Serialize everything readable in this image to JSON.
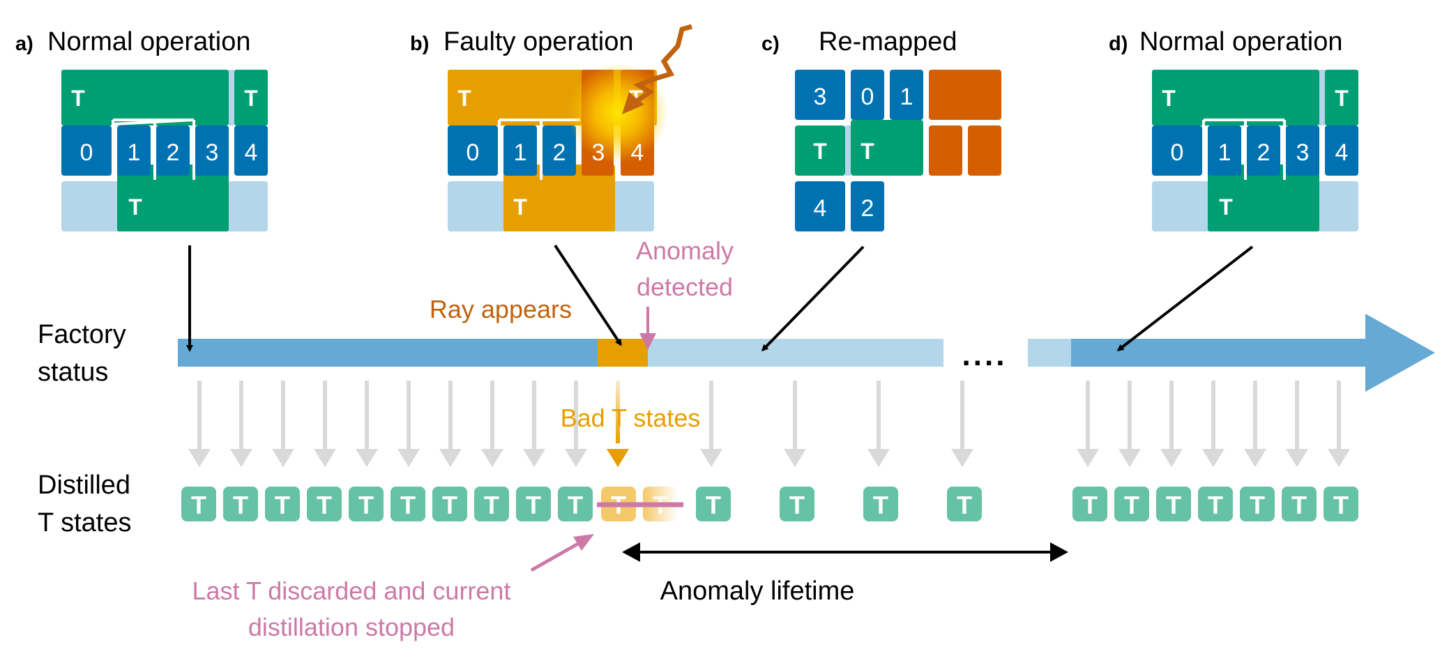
{
  "panels": {
    "a": {
      "letter": "a)",
      "title": "Normal operation"
    },
    "b": {
      "letter": "b)",
      "title": "Faulty operation"
    },
    "c": {
      "letter": "c)",
      "title": "Re-mapped"
    },
    "d": {
      "letter": "d)",
      "title": "Normal operation"
    }
  },
  "layouts": {
    "normal": {
      "t_label": "T",
      "patches": [
        "0",
        "1",
        "2",
        "3",
        "4"
      ]
    },
    "faulty": {
      "t_label": "T",
      "patches": [
        "0",
        "1",
        "2",
        "3",
        "4"
      ]
    },
    "remapped": {
      "t_label": "T",
      "patches_row1": [
        "3",
        "0",
        "1"
      ],
      "patches_row3": [
        "4",
        "2"
      ]
    }
  },
  "timeline": {
    "factory_status": [
      "Factory",
      "status"
    ],
    "distilled_t_states": [
      "Distilled",
      "T states"
    ],
    "ray_appears": "Ray appears",
    "anomaly_detected": [
      "Anomaly",
      "detected"
    ],
    "bad_t_states": "Bad T states",
    "ellipsis": "....",
    "discard_note": [
      "Last T discarded and current",
      "distillation stopped"
    ],
    "anomaly_lifetime": "Anomaly lifetime",
    "t_state_label": "T"
  },
  "colors": {
    "green": "#009e73",
    "blue": "#0072b2",
    "light_blue": "#b3d6ea",
    "mid_blue": "#65aad4",
    "orange": "#e69f00",
    "vermillion": "#d55e00",
    "ray_brown": "#c0620f",
    "pink": "#cc79a7",
    "t_state_green": "#66c2a5",
    "gray_arrow": "#d9d9d9"
  }
}
